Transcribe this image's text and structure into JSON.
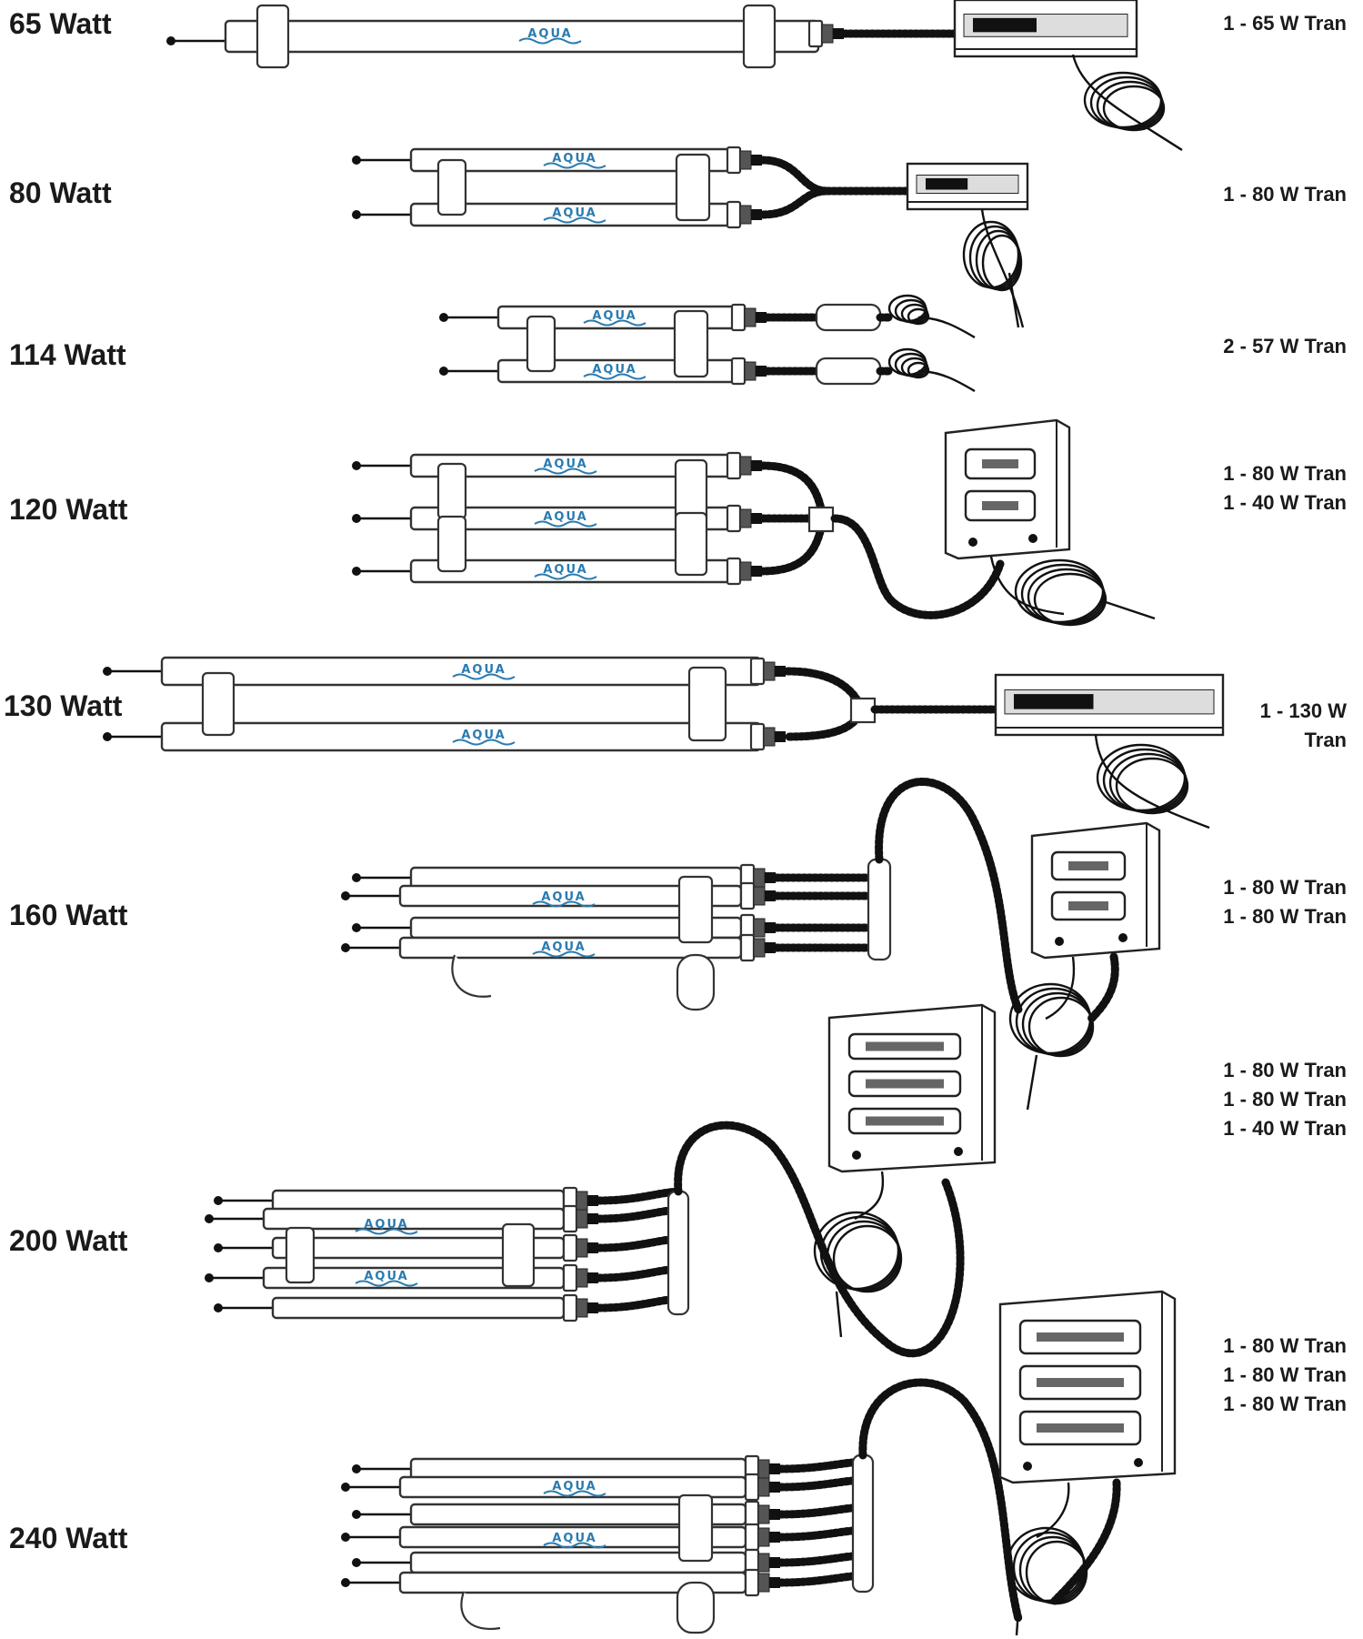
{
  "colors": {
    "logo": "#2a7bb0",
    "line": "#222222",
    "background": "#ffffff"
  },
  "logo_text": "AQUA",
  "configurations": [
    {
      "watt": "65 Watt",
      "transformers": [
        "1 - 65 W Tran"
      ]
    },
    {
      "watt": "80 Watt",
      "transformers": [
        "1 - 80 W Tran"
      ]
    },
    {
      "watt": "114 Watt",
      "transformers": [
        "2 - 57 W Tran"
      ]
    },
    {
      "watt": "120 Watt",
      "transformers": [
        "1 - 80 W Tran",
        "1 - 40 W Tran"
      ]
    },
    {
      "watt": "130 Watt",
      "transformers": [
        "1 - 130 W",
        "Tran"
      ]
    },
    {
      "watt": "160 Watt",
      "transformers": [
        "1 - 80 W Tran",
        "1 - 80 W Tran"
      ]
    },
    {
      "watt": "200 Watt",
      "transformers": [
        "1 - 80 W Tran",
        "1 - 80 W Tran",
        "1 - 40 W Tran"
      ]
    },
    {
      "watt": "240 Watt",
      "transformers": [
        "1 - 80 W Tran",
        "1 - 80 W Tran",
        "1 - 80 W Tran"
      ]
    }
  ]
}
